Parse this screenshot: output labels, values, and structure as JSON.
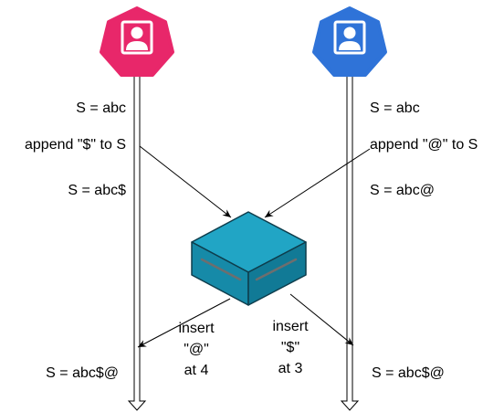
{
  "colors": {
    "user_left": "#e8276a",
    "user_right": "#2f73d8",
    "server_top": "#21a5c5",
    "server_side_left": "#168aa8",
    "server_side_right": "#117a96",
    "server_outline": "#0e3d4c",
    "server_stripe": "#6e6e6e"
  },
  "icons": {
    "left_user": "user-icon",
    "right_user": "user-icon",
    "server": "server-icon"
  },
  "left_client": {
    "initial_state": "S = abc",
    "operation": "append \"$\" to S",
    "local_state": "S = abc$",
    "final_state": "S = abc$@"
  },
  "right_client": {
    "initial_state": "S = abc",
    "operation": "append \"@\" to S",
    "local_state": "S = abc@",
    "final_state": "S = abc$@"
  },
  "server_ops": {
    "to_left": [
      "insert",
      "\"@\"",
      "at 4"
    ],
    "to_right": [
      "insert",
      "\"$\"",
      "at 3"
    ]
  }
}
